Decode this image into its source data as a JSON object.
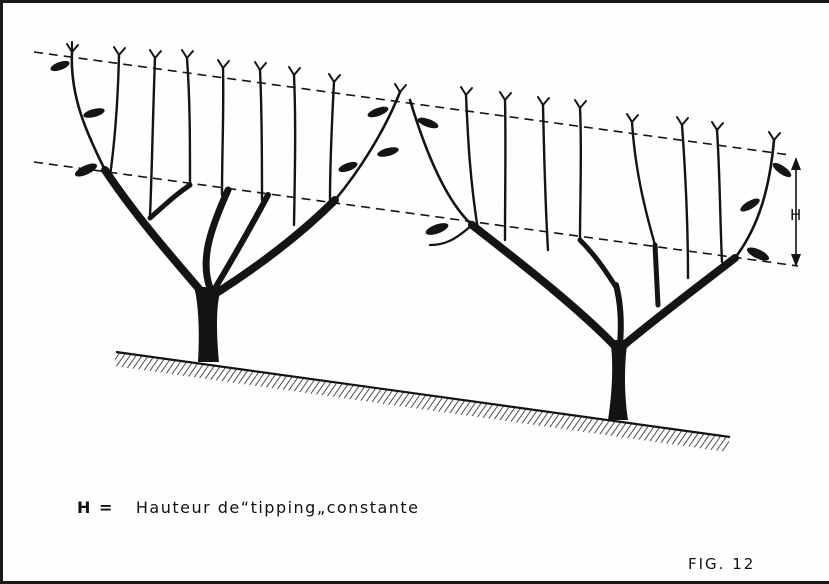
{
  "diagram": {
    "h_marker": "H",
    "legend": {
      "symbol": "H =",
      "text": "Hauteur de“tipping„constante"
    },
    "figure_label": "FIG. 12"
  },
  "colors": {
    "ink": "#141414",
    "paper": "#fefefe"
  }
}
